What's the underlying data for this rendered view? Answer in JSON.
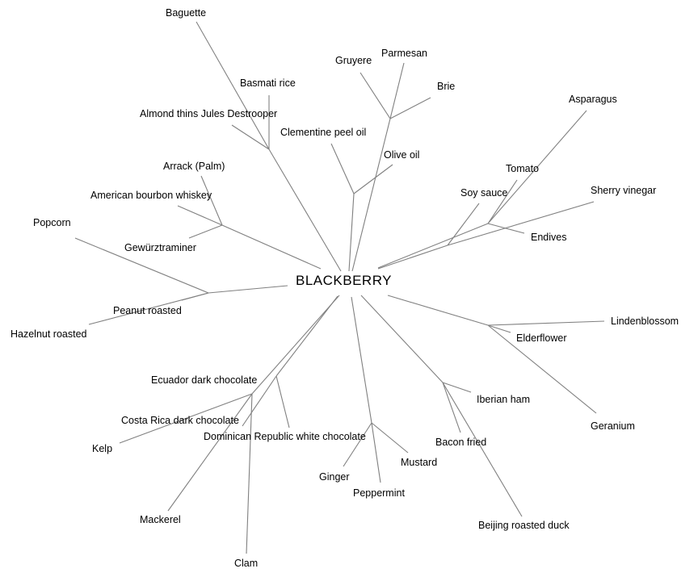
{
  "diagram": {
    "type": "radial-tree",
    "edge_color": "#808080",
    "root": "BLACKBERRY",
    "groups": [
      {
        "leaves": [
          "Baguette",
          "Basmati rice",
          "Almond thins Jules Destrooper"
        ]
      },
      {
        "leaves": [
          "Arrack (Palm)",
          "American bourbon whiskey",
          "Gewürztraminer"
        ]
      },
      {
        "leaves": [
          "Popcorn",
          "Peanut roasted",
          "Hazelnut roasted"
        ]
      },
      {
        "leaves": [
          "Clementine peel oil",
          "Olive oil"
        ]
      },
      {
        "leaves": [
          "Gruyere",
          "Parmesan",
          "Brie"
        ]
      },
      {
        "leaves": [
          "Soy sauce",
          "Sherry vinegar"
        ]
      },
      {
        "leaves": [
          "Tomato",
          "Asparagus",
          "Endives"
        ]
      },
      {
        "leaves": [
          "Lindenblossom",
          "Elderflower",
          "Geranium"
        ]
      },
      {
        "leaves": [
          "Iberian ham",
          "Bacon fried",
          "Beijing roasted duck"
        ]
      },
      {
        "leaves": [
          "Ginger",
          "Peppermint",
          "Mustard"
        ]
      },
      {
        "leaves": [
          "Kelp",
          "Mackerel",
          "Clam"
        ]
      },
      {
        "leaves": [
          "Ecuador dark chocolate",
          "Costa Rica dark chocolate",
          "Dominican Republic white chocolate"
        ]
      }
    ]
  }
}
